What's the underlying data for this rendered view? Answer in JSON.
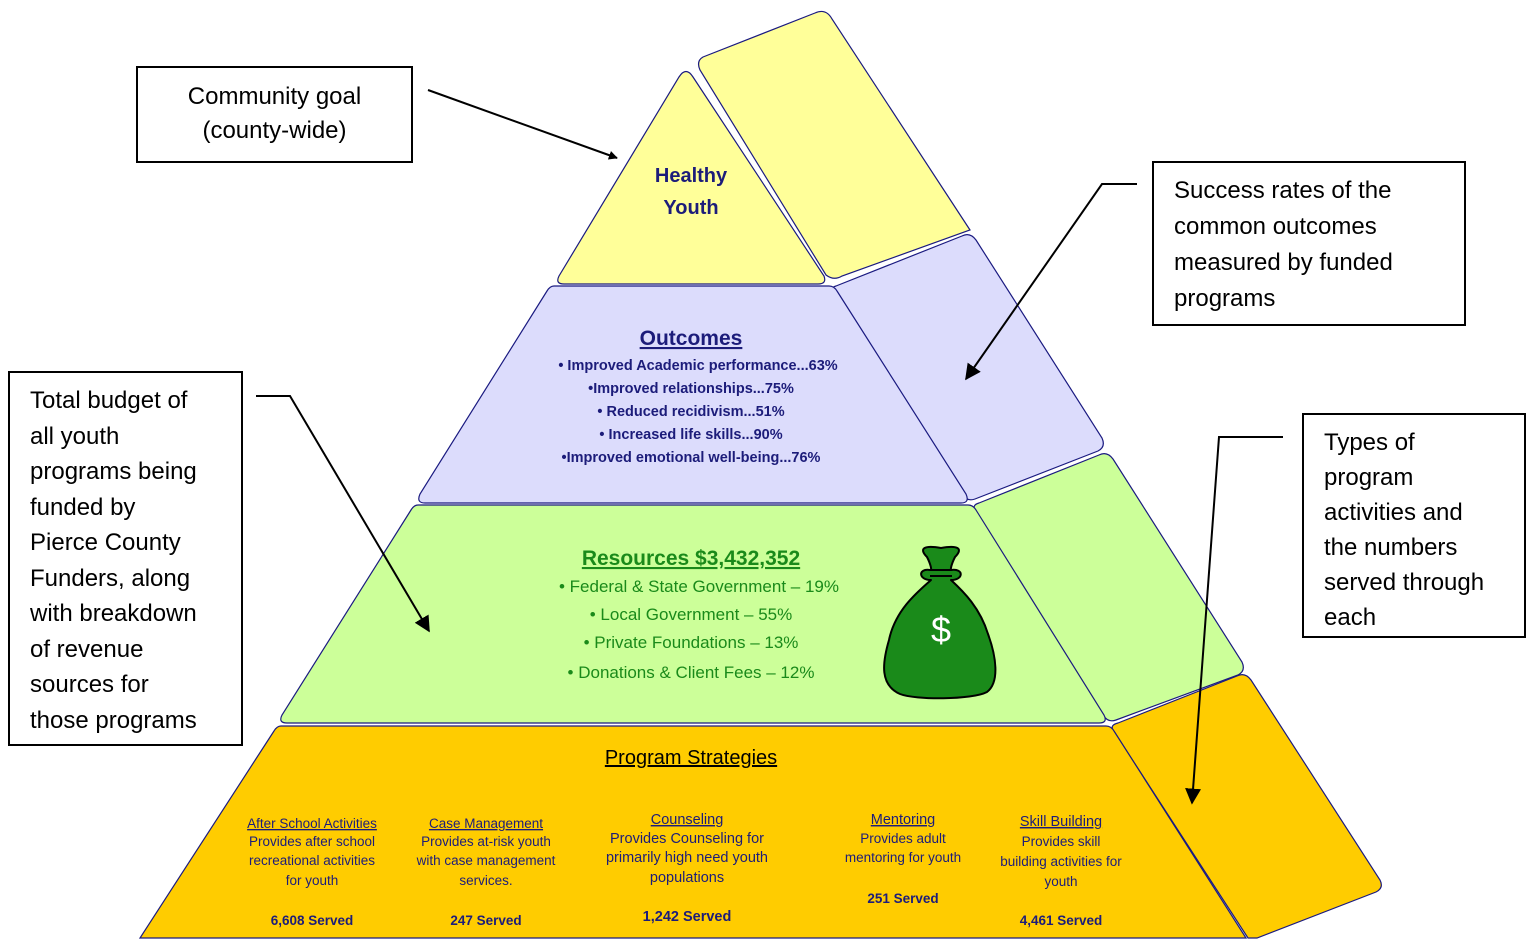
{
  "colors": {
    "apex_fill": "#ffff99",
    "outcomes_fill": "#dcdcfc",
    "resources_fill": "#ccff99",
    "strategies_fill": "#ffcc00",
    "outline": "#1a1a80",
    "navy_text": "#1c1c7a",
    "green_text": "#1a8a1a",
    "bag_green": "#1a8a1a"
  },
  "apex": {
    "lines": [
      "Healthy",
      "Youth"
    ]
  },
  "outcomes": {
    "title": "Outcomes",
    "items": [
      "• Improved Academic performance...63%",
      "•Improved relationships...75%",
      "• Reduced recidivism...51%",
      "• Increased life skills...90%",
      "•Improved emotional well-being...76%"
    ]
  },
  "resources": {
    "title": "Resources $3,432,352",
    "items": [
      "• Federal & State Government – 19%",
      "• Local Government – 55%",
      "• Private Foundations – 13%",
      "• Donations & Client Fees – 12%"
    ],
    "money_bag_icon": "money-bag-icon",
    "bag_symbol": "$"
  },
  "strategies": {
    "title": "Program Strategies",
    "columns": [
      {
        "name": "After School Activities",
        "desc": [
          "Provides after school",
          "recreational activities",
          "for youth"
        ],
        "served": "6,608 Served"
      },
      {
        "name": "Case Management",
        "desc": [
          "Provides at-risk youth",
          "with case management",
          "services."
        ],
        "served": "247 Served"
      },
      {
        "name": "Counseling",
        "desc": [
          "Provides Counseling for",
          "primarily high need youth",
          "populations"
        ],
        "served": "1,242 Served"
      },
      {
        "name": "Mentoring",
        "desc": [
          "Provides adult",
          "mentoring for youth"
        ],
        "served": "251 Served"
      },
      {
        "name": "Skill Building",
        "desc": [
          "Provides skill",
          "building activities for",
          "youth"
        ],
        "served": "4,461 Served"
      }
    ]
  },
  "callouts": {
    "community_goal": [
      "Community goal",
      "(county-wide)"
    ],
    "success_rates": [
      "Success rates of the",
      "common outcomes",
      "measured by funded",
      "programs"
    ],
    "total_budget": [
      "Total budget of",
      "all youth",
      "programs being",
      "funded by",
      "Pierce County",
      "Funders, along",
      "with breakdown",
      "of revenue",
      "sources for",
      "those programs"
    ],
    "program_types": [
      "Types of",
      "program",
      "activities and",
      "the numbers",
      "served through",
      "each"
    ]
  }
}
